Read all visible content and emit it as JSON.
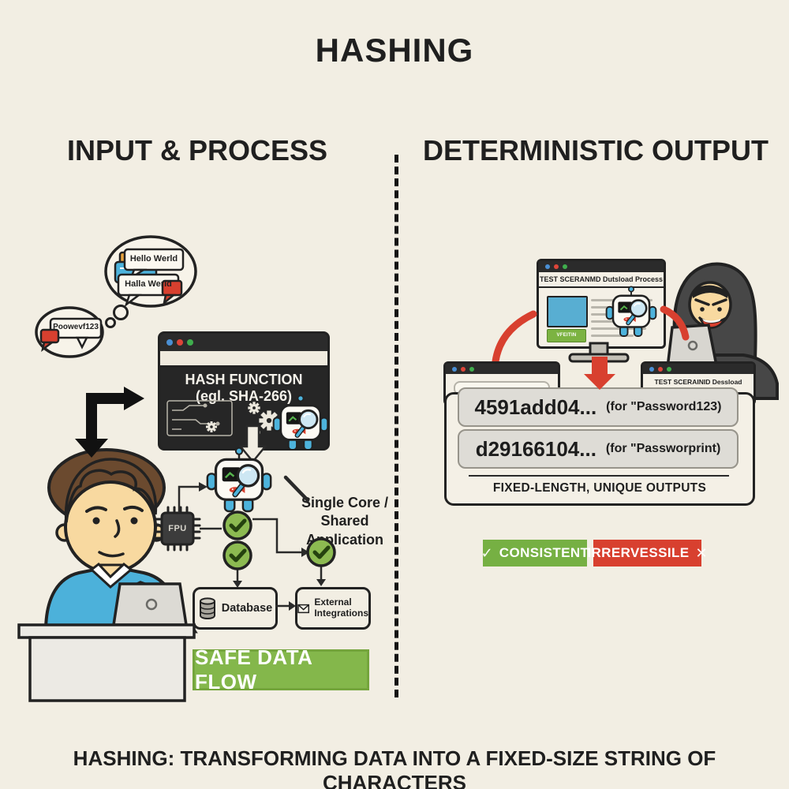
{
  "title": "HASHING",
  "footer": "HASHING: TRANSFORMING DATA INTO A FIXED-SIZE STRING OF CHARACTERS",
  "left": {
    "header": "INPUT & PROCESS",
    "bubble_large_line1": "Hello Werld",
    "bubble_large_line2": "Halla Werld",
    "bubble_small_text": "Poowevf123",
    "hash_window_title": "HASH FUNCTION\n(egl. SHA-266)",
    "cpu_label": "FPU",
    "callout_text": "Single Core /\nShared\nApplication",
    "database_label": "Database",
    "integrations_label": "External\nIntegrations",
    "banner_label": "SAFE DATA FLOW"
  },
  "right": {
    "header": "DETERMINISTIC OUTPUT",
    "monitor_window_title": "TEST SCERANMD Dutsload Process",
    "monitor_button_label": "VFEITIN",
    "back_window_title": "TEST SCERAINID Dessload Pracoes",
    "output_rows": [
      {
        "hash": "4591add04...",
        "note": "(for \"Password123)"
      },
      {
        "hash": "d29166104...",
        "note": "(for \"Passworprint)"
      }
    ],
    "output_caption": "FIXED-LENGTH, UNIQUE OUTPUTS",
    "badge_consistent": "CONSISTENT",
    "badge_consistent_icon": "✓",
    "badge_irreversible": "IRRERVESSILE",
    "badge_irreversible_icon": "✕"
  },
  "colors": {
    "background": "#f2eee3",
    "ink": "#1f1f1f",
    "green": "#76b043",
    "red": "#d8402f",
    "blue": "#4db3dc"
  }
}
